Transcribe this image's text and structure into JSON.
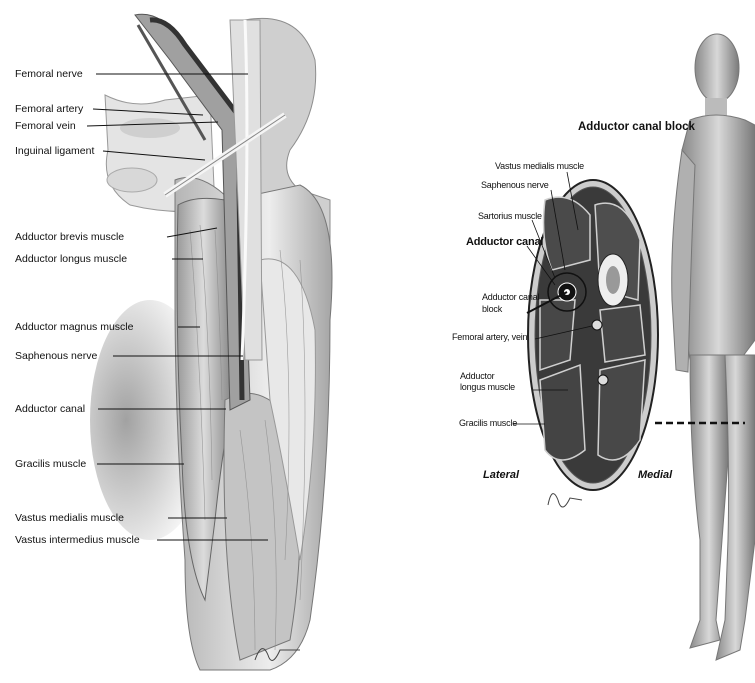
{
  "left_labels": [
    "Femoral nerve",
    "Femoral artery",
    "Femoral vein",
    "Inguinal  ligament",
    "Adductor brevis muscle",
    "Adductor longus muscle",
    "Adductor magnus muscle",
    "Saphenous nerve",
    "Adductor canal",
    "Gracilis muscle",
    "Vastus medialis muscle",
    "Vastus intermedius muscle"
  ],
  "right_title": "Adductor canal block",
  "cross_section_labels": [
    "Vastus medialis muscle",
    "Saphenous nerve",
    "Sartorius muscle",
    "Adductor canal",
    "Adductor canal",
    "block",
    "Femoral artery, vein",
    "Adductor",
    "longus muscle",
    "Gracilis muscle"
  ],
  "orientation": {
    "lateral": "Lateral",
    "medial": "Medial"
  }
}
